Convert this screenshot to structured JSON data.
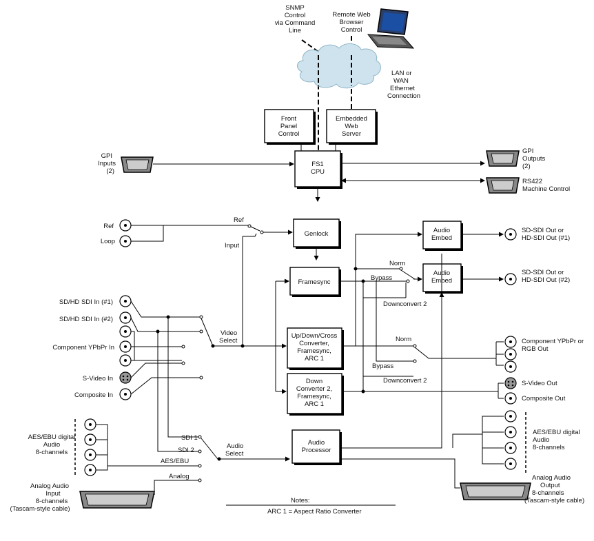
{
  "top": {
    "snmp": [
      "SNMP",
      "Control",
      "via Command",
      "Line"
    ],
    "remote_web": [
      "Remote Web",
      "Browser",
      "Control"
    ],
    "lan": [
      "LAN or",
      "WAN",
      "Ethernet",
      "Connection"
    ]
  },
  "boxes": {
    "front_panel": [
      "Front",
      "Panel",
      "Control"
    ],
    "embedded_web": [
      "Embedded",
      "Web",
      "Server"
    ],
    "cpu": [
      "FS1",
      "CPU"
    ],
    "genlock": [
      "Genlock"
    ],
    "framesync": [
      "Framesync"
    ],
    "updown": [
      "Up/Down/Cross",
      "Converter,",
      "Framesync,",
      "ARC 1"
    ],
    "down2": [
      "Down",
      "Converter 2,",
      "Framesync,",
      "ARC 1"
    ],
    "audio_embed1": [
      "Audio",
      "Embed"
    ],
    "audio_embed2": [
      "Audio",
      "Embed"
    ],
    "audio_proc": [
      "Audio",
      "Processor"
    ]
  },
  "io_left": {
    "gpi_in": [
      "GPI",
      "Inputs",
      "(2)"
    ],
    "ref": "Ref",
    "loop": "Loop",
    "sdi1": "SD/HD SDI In (#1)",
    "sdi2": "SD/HD SDI In (#2)",
    "component_in": "Component YPbPr In",
    "svideo_in": "S-Video In",
    "composite_in": "Composite In",
    "aes_in": [
      "AES/EBU digital",
      "Audio",
      "8-channels"
    ],
    "analog_in": [
      "Analog Audio",
      "Input",
      "8-channels",
      "(Tascam-style cable)"
    ]
  },
  "io_right": {
    "gpi_out": [
      "GPI",
      "Outputs",
      "(2)"
    ],
    "rs422": [
      "RS422",
      "Machine Control"
    ],
    "sdi_out1": [
      "SD-SDI Out or",
      "HD-SDI Out (#1)"
    ],
    "sdi_out2": [
      "SD-SDI Out or",
      "HD-SDI Out (#2)"
    ],
    "component_out": [
      "Component YPbPr or",
      "RGB Out"
    ],
    "svideo_out": "S-Video Out",
    "composite_out": "Composite Out",
    "aes_out": [
      "AES/EBU digital",
      "Audio",
      "8-channels"
    ],
    "analog_out": [
      "Analog Audio",
      "Output",
      "8-channels",
      "(Tascam-style cable)"
    ]
  },
  "switch_labels": {
    "ref": "Ref",
    "input": "Input",
    "video_select": [
      "Video",
      "Select"
    ],
    "norm_top": "Norm",
    "bypass_top": "Bypass",
    "downconvert_top": "Downconvert 2",
    "norm_mid": "Norm",
    "bypass_mid": "Bypass",
    "downconvert_mid": "Downconvert 2",
    "sdi1": "SDI 1",
    "sdi2": "SDI 2",
    "aes_ebu": "AES/EBU",
    "analog": "Analog",
    "audio_select": [
      "Audio",
      "Select"
    ]
  },
  "notes": {
    "title": "Notes:",
    "arc": "ARC 1 = Aspect Ratio Converter"
  }
}
